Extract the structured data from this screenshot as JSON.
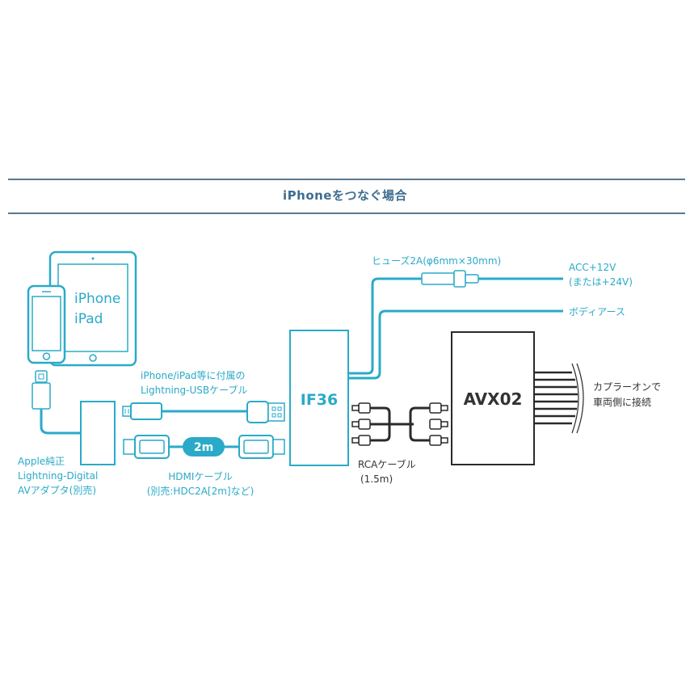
{
  "heading": "iPhoneをつなぐ場合",
  "colors": {
    "accent": "#2aaac8",
    "rule": "#5a7890",
    "heading": "#3f6d90",
    "text": "#333333"
  },
  "labels": {
    "device": [
      "iPhone",
      "iPad"
    ],
    "usb_cable": [
      "iPhone/iPad等に付属の",
      "Lightning-USBケーブル"
    ],
    "adapter": [
      "Apple純正",
      "Lightning-Digital",
      "AVアダプタ(別売)"
    ],
    "hdmi_length": "2m",
    "hdmi_cable": [
      "HDMIケーブル",
      "(別売:HDC2A[2m]など)"
    ],
    "if_unit": "IF36",
    "fuse": "ヒューズ2A(φ6mm×30mm)",
    "acc": [
      "ACC+12V",
      "(または+24V)"
    ],
    "ground": "ボディアース",
    "rca_cable": [
      "RCAケーブル",
      "(1.5m)"
    ],
    "avx_unit": "AVX02",
    "coupler": [
      "カプラーオンで",
      "車両側に接続"
    ]
  }
}
